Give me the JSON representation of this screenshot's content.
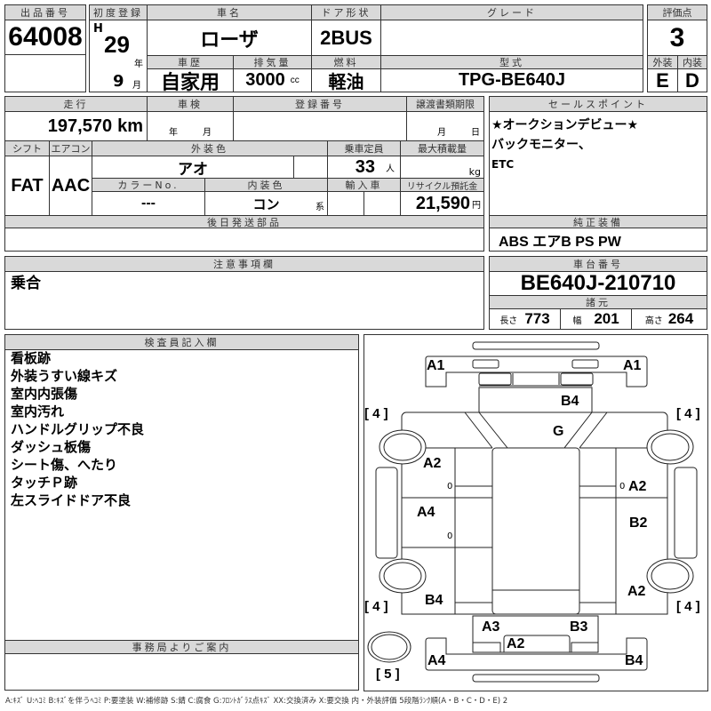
{
  "listing": {
    "label": "出品番号",
    "value": "64008"
  },
  "first_reg": {
    "label": "初度登録",
    "era": "H",
    "year": "29",
    "year_unit": "年",
    "month": "9",
    "month_unit": "月"
  },
  "car_name": {
    "label": "車名",
    "value": "ローザ"
  },
  "door": {
    "label": "ドア形状",
    "value": "2BUS"
  },
  "grade": {
    "label": "グレード",
    "value": ""
  },
  "history": {
    "label": "車歴",
    "value": "自家用"
  },
  "displacement": {
    "label": "排気量",
    "value": "3000",
    "unit": "cc"
  },
  "fuel": {
    "label": "燃料",
    "value": "軽油"
  },
  "model": {
    "label": "型式",
    "value": "TPG-BE640J"
  },
  "score": {
    "label": "評価点",
    "value": "3",
    "ext_label": "外装",
    "int_label": "内装",
    "ext": "E",
    "int": "D"
  },
  "mileage": {
    "label": "走行",
    "value": "197,570",
    "unit": "km"
  },
  "inspection": {
    "label": "車検",
    "year_unit": "年",
    "month_unit": "月"
  },
  "reg_no": {
    "label": "登録番号"
  },
  "transfer": {
    "label": "譲渡書類期限",
    "month_unit": "月",
    "day_unit": "日"
  },
  "shift": {
    "label": "シフト",
    "value": "FAT"
  },
  "aircon": {
    "label": "エアコン",
    "value": "AAC"
  },
  "ext_color": {
    "label": "外装色",
    "value": "アオ"
  },
  "capacity": {
    "label": "乗車定員",
    "value": "33",
    "unit": "人"
  },
  "max_load": {
    "label": "最大積載量",
    "unit": "kg"
  },
  "color_no": {
    "label": "カラーNo.",
    "value": "---"
  },
  "int_color": {
    "label": "内装色",
    "value": "コン",
    "unit": "系"
  },
  "import": {
    "label": "輸入車"
  },
  "recycle": {
    "label": "リサイクル預託金",
    "value": "21,590",
    "unit": "円"
  },
  "later_parts": {
    "label": "後日発送部品"
  },
  "sales_points": {
    "label": "セールスポイント",
    "lines": [
      "★オークションデビュー★",
      "バックモニター、",
      "ETC"
    ]
  },
  "equipment": {
    "label": "純正装備",
    "value": "ABS エアB PS PW"
  },
  "notes": {
    "label": "注意事項欄",
    "value": "乗合"
  },
  "chassis": {
    "label": "車台番号",
    "value": "BE640J-210710"
  },
  "specs": {
    "label": "諸元",
    "length_label": "長さ",
    "length": "773",
    "width_label": "幅",
    "width": "201",
    "height_label": "高さ",
    "height": "264"
  },
  "inspector": {
    "label": "検査員記入欄",
    "lines": [
      "看板跡",
      "外装うすい線キズ",
      "室内内張傷",
      "室内汚れ",
      "ハンドルグリップ不良",
      "ダッシュ板傷",
      "シート傷、へたり",
      "タッチＰ跡",
      "左スライドドア不良"
    ]
  },
  "office": {
    "label": "事務局よりご案内"
  },
  "diagram": {
    "marks": [
      "A1",
      "A1",
      "B4",
      "G",
      "A2",
      "A2",
      "A4",
      "B2",
      "B4",
      "A2",
      "A3",
      "B3",
      "A2",
      "A4",
      "B4"
    ],
    "tires": [
      "[ 4 ]",
      "[ 4 ]",
      "[ 4 ]",
      "[ 4 ]",
      "[ 5 ]"
    ],
    "zero": "0"
  },
  "legend": "A:ｷｽﾞ U:ﾍｺﾐ B:ｷｽﾞを伴うﾍｺﾐ P:要塗装 W:補修跡 S:錆 C:腐食 G:ﾌﾛﾝﾄｶﾞﾗｽ点ｷｽﾞ XX:交換済み X:要交換 内・外装評価 5段階ﾗﾝｸ順(A・B・C・D・E) 2"
}
